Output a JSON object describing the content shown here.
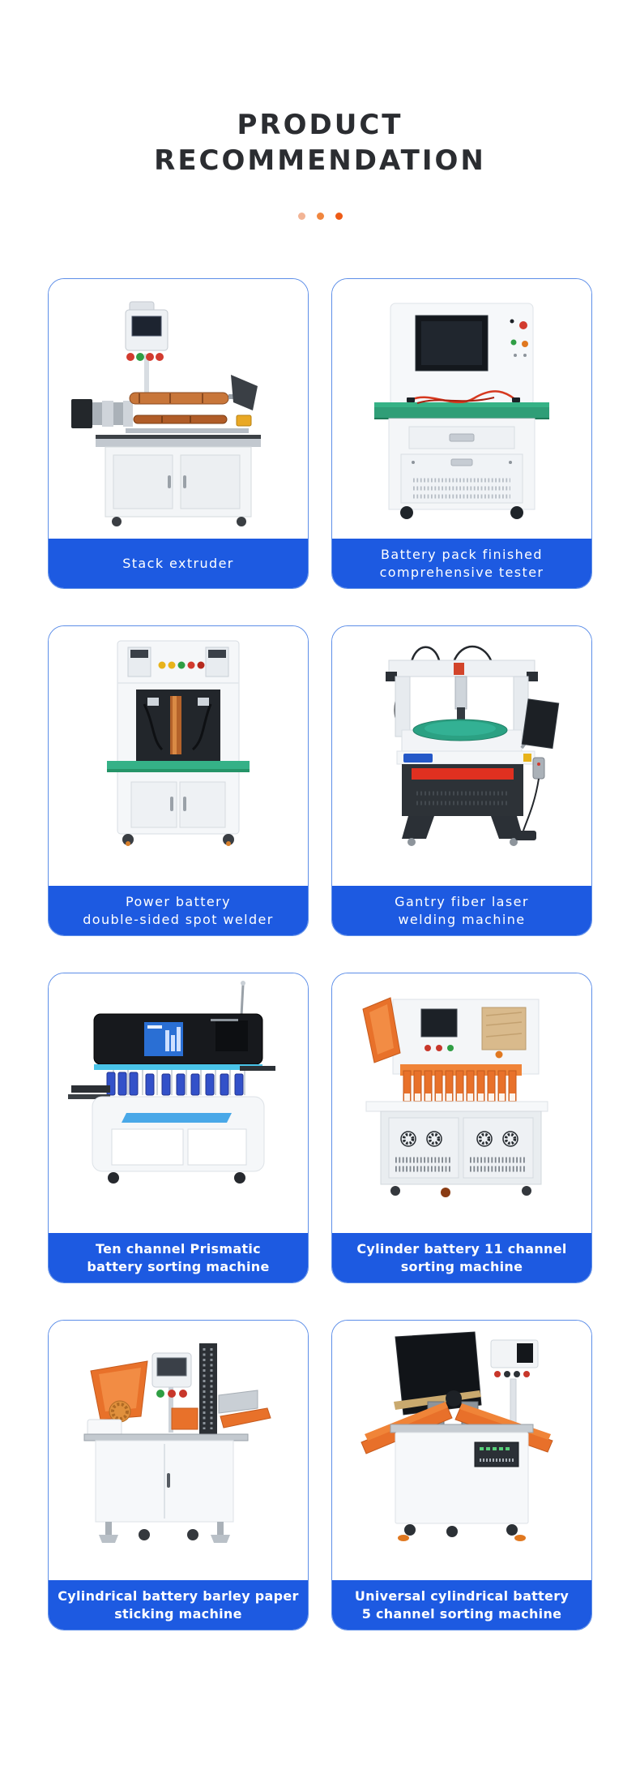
{
  "header": {
    "title_line1": "PRODUCT",
    "title_line2": "RECOMMENDATION"
  },
  "decor": {
    "dot_colors": [
      "#f2b495",
      "#f0863f",
      "#ee5b16"
    ]
  },
  "theme": {
    "label_bar_blue": "#1d5ae1",
    "card_border_blue": "#5d8ee8",
    "title_color": "#2b2d31",
    "page_bg": "#ffffff"
  },
  "products": [
    {
      "id": "stack-extruder",
      "label_lines": [
        "Stack extruder"
      ]
    },
    {
      "id": "battery-pack-tester",
      "label_lines": [
        "Battery pack finished",
        "comprehensive tester"
      ]
    },
    {
      "id": "double-sided-spot-welder",
      "label_lines": [
        "Power battery",
        "double-sided spot welder"
      ]
    },
    {
      "id": "gantry-fiber-laser-welder",
      "label_lines": [
        "Gantry fiber laser",
        "welding machine"
      ]
    },
    {
      "id": "prismatic-battery-sorter",
      "label_lines": [
        "Ten channel Prismatic",
        "battery sorting machine"
      ]
    },
    {
      "id": "cylinder-11-channel-sorter",
      "label_lines": [
        "Cylinder battery 11 channel",
        "sorting machine"
      ]
    },
    {
      "id": "barley-paper-sticking-machine",
      "label_lines": [
        "Cylindrical battery barley paper",
        "sticking machine"
      ]
    },
    {
      "id": "universal-5-channel-sorter",
      "label_lines": [
        "Universal cylindrical battery",
        "5 channel sorting machine"
      ]
    }
  ]
}
